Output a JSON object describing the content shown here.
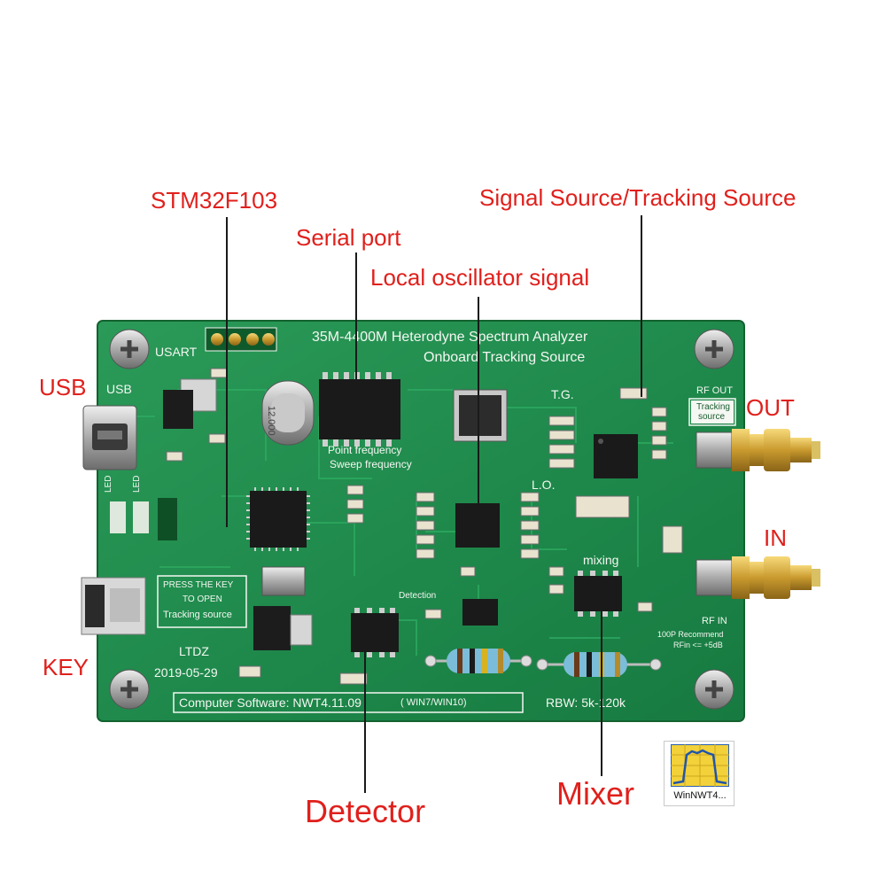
{
  "labels": {
    "stm32": "STM32F103",
    "serial_port": "Serial port",
    "local_osc": "Local oscillator signal",
    "signal_source": "Signal Source/Tracking Source",
    "usb": "USB",
    "out": "OUT",
    "in": "IN",
    "key": "KEY",
    "detector": "Detector",
    "mixer": "Mixer"
  },
  "board": {
    "title_line1": "35M-4400M Heterodyne Spectrum Analyzer",
    "title_line2": "Onboard Tracking Source",
    "usart": "USART",
    "usb": "USB",
    "tg": "T.G.",
    "lo": "L.O.",
    "rf_out": "RF OUT",
    "tracking_source_l1": "Tracking",
    "tracking_source_l2": "source",
    "point_freq": "Point frequency",
    "sweep_freq": "Sweep frequency",
    "mixing": "mixing",
    "rf_in": "RF IN",
    "recommend_l1": "100P Recommend",
    "recommend_l2": "RFin <= +5dB",
    "press_key_l1": "PRESS THE KEY",
    "press_key_l2": "TO OPEN",
    "press_key_l3": "Tracking source",
    "maker": "LTDZ",
    "date": "2019-05-29",
    "software": "Computer Software: NWT4.11.09",
    "os": "( WIN7/WIN10)",
    "rbw": "RBW: 5k-120k",
    "detection": "Detection",
    "crystal": "12.000",
    "led": "LED"
  },
  "app_icon": {
    "label": "WinNWT4..."
  },
  "colors": {
    "callout": "#e0201c",
    "pcb": "#1f8a4c",
    "silk": "#f4f7f2"
  }
}
